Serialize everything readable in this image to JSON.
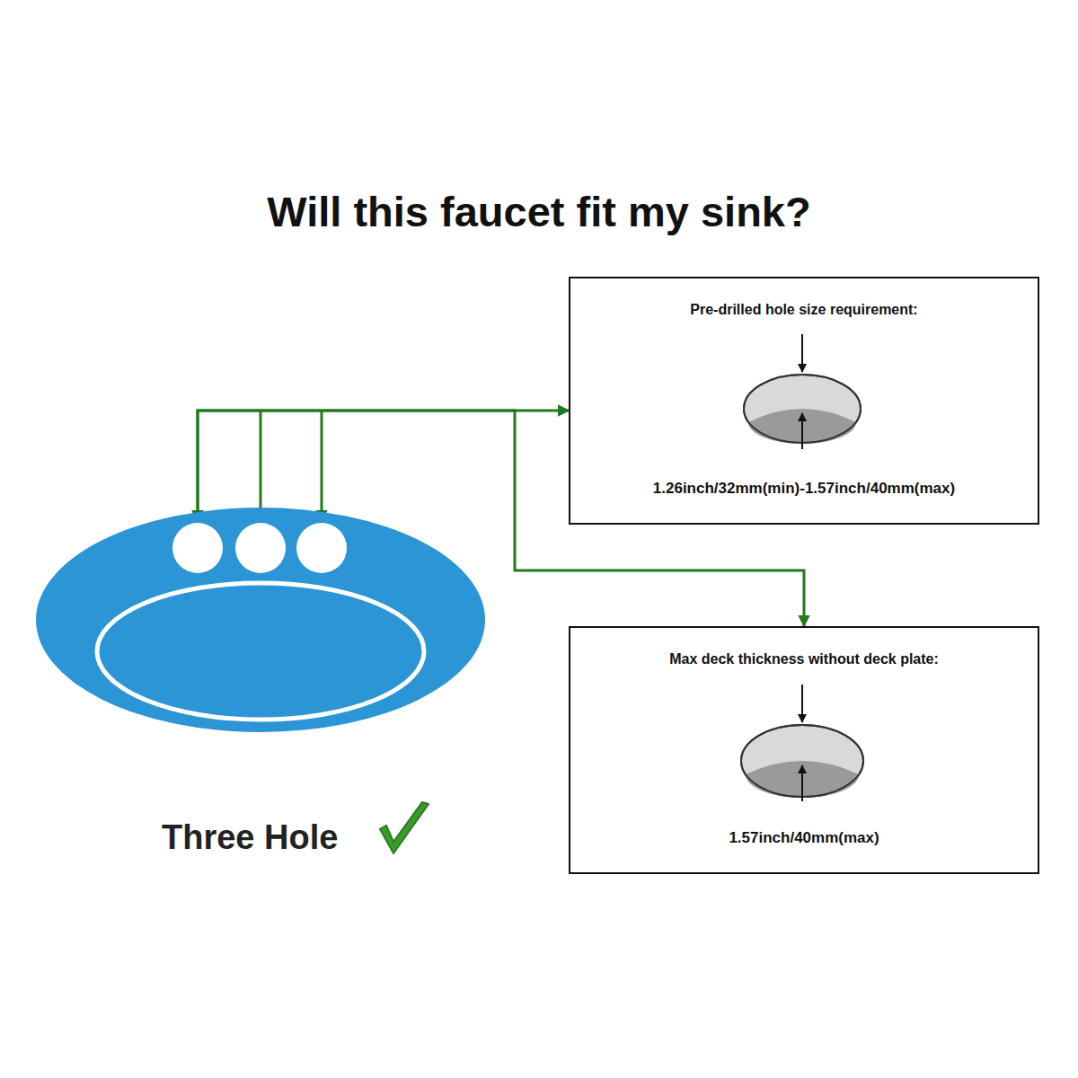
{
  "diagram": {
    "title": "Will this faucet fit my sink?",
    "nodes": [
      {
        "text": [
          "Three Hole"
        ]
      },
      {
        "text": [
          "Pre-drilled hole size requirement:",
          "1.26inch/32mm(min)-1.57inch/40mm(max)"
        ]
      },
      {
        "text": [
          "Max deck thickness without deck plate:",
          "1.57inch/40mm(max)"
        ]
      }
    ],
    "edges": [
      {
        "from": 0,
        "to": 1,
        "arrow": "both"
      },
      {
        "from": 0,
        "to": 2,
        "arrow": "both"
      }
    ]
  }
}
